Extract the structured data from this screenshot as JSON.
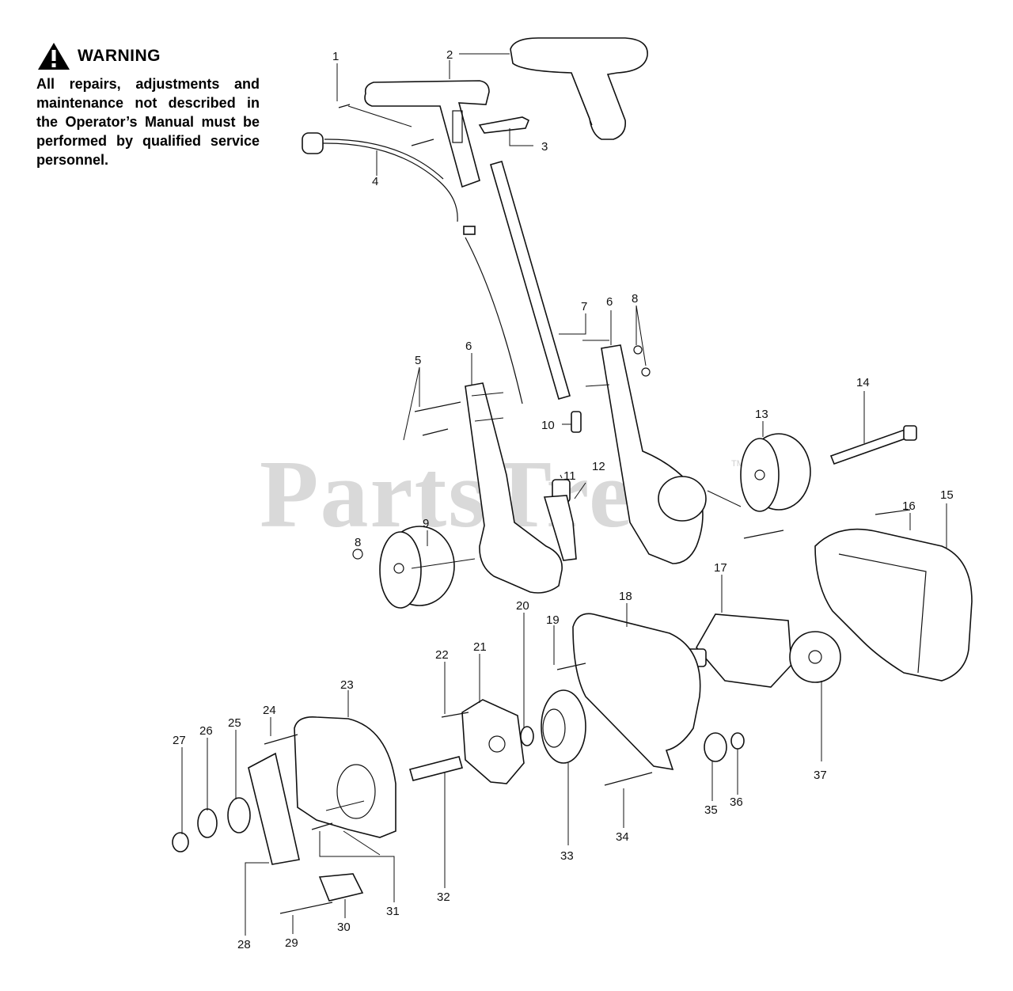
{
  "warning": {
    "title": "WARNING",
    "text": "All repairs, adjustments and maintenance not described in the Operator’s Manual must be performed by qualified service personnel.",
    "icon": "warning-triangle-icon"
  },
  "watermark": {
    "text": "PartsTree",
    "tm": "TM"
  },
  "callouts": [
    "1",
    "2",
    "3",
    "4",
    "5",
    "6",
    "6",
    "7",
    "8",
    "8",
    "9",
    "10",
    "11",
    "12",
    "13",
    "14",
    "15",
    "16",
    "17",
    "18",
    "19",
    "20",
    "21",
    "22",
    "23",
    "24",
    "25",
    "26",
    "27",
    "28",
    "29",
    "30",
    "31",
    "32",
    "33",
    "34",
    "35",
    "36",
    "37"
  ]
}
